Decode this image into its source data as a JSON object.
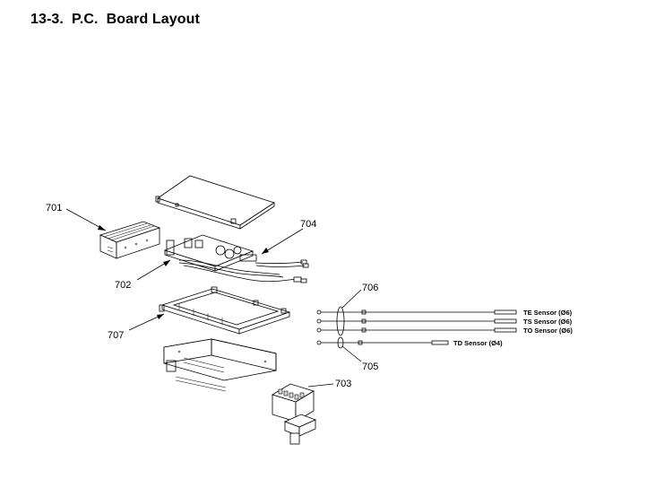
{
  "title": "13-3.  P.C.  Board Layout",
  "callouts": {
    "c701": "701",
    "c702": "702",
    "c703": "703",
    "c704": "704",
    "c705": "705",
    "c706": "706",
    "c707": "707"
  },
  "sensors": {
    "te": "TE Sensor (Ø6)",
    "ts": "TS Sensor (Ø6)",
    "to": "TO Sensor (Ø6)",
    "td": "TD Sensor (Ø4)"
  }
}
